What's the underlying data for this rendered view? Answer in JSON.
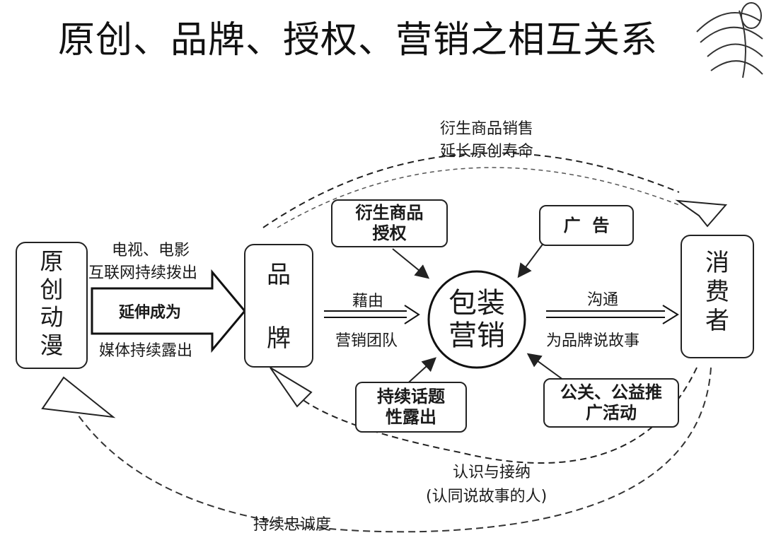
{
  "title": "原创、品牌、授权、营销之相互关系",
  "nodes": {
    "anime": "原创动漫",
    "brand_top": "品",
    "brand_bottom": "牌",
    "consumer": "消费者",
    "center": "包装营销"
  },
  "boxes": {
    "licensing": "衍生商品授权",
    "advertising": "广  告",
    "exposure": "持续话题性露出",
    "pr": "公关、公益推广活动"
  },
  "labels": {
    "tv_film": "电视、电影",
    "internet": "互联网持续拨出",
    "extend": "延伸成为",
    "media": "媒体持续露出",
    "via": "藉由",
    "team": "营销团队",
    "communicate": "沟通",
    "story": "为品牌说故事",
    "derivative_sales": "衍生商品销售",
    "extend_life": "延长原创寿命",
    "recognition": "认识与接纳",
    "recognition_sub": "(认同说故事的人)",
    "loyalty": "持续忠诚度"
  }
}
